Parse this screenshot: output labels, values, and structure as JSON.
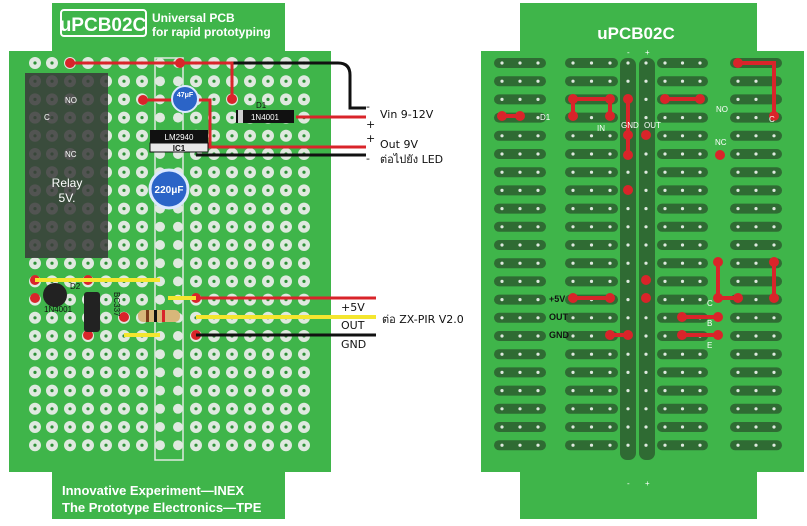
{
  "left_board": {
    "logo": "uPCB02C",
    "subtitle_line1": "Universal PCB",
    "subtitle_line2": "for rapid prototyping",
    "footer_line1": "Innovative Experiment—INEX",
    "footer_line2": "The Prototype Electronics—TPE",
    "relay_label_line1": "Relay",
    "relay_label_line2": "5V.",
    "relay_pin_no": "NO",
    "relay_pin_c": "C",
    "relay_pin_nc": "NC",
    "cap_small": "47μF",
    "cap_large": "220μF",
    "diode_d1_label": "D1",
    "diode_d1_part": "1N4001",
    "ic_part": "LM2940",
    "ic_label": "IC1",
    "diode_d2_label": "D2",
    "diode_d2_part": "1N4001",
    "transistor_part": "BC337"
  },
  "annotations": {
    "vin_minus": "-",
    "vin_plus": "+",
    "vin": "Vin 9-12V",
    "out_plus": "+",
    "out_minus": "-",
    "out": "Out 9V",
    "led": "ต่อไปยัง LED",
    "sensor": "ต่อ ZX-PIR V2.0",
    "plus5v": "+5V",
    "out_signal": "OUT",
    "gnd": "GND"
  },
  "right_board": {
    "logo": "uPCB02C",
    "rail_minus": "-",
    "rail_plus": "+",
    "d1": "D1",
    "in": "IN",
    "gnd": "GND",
    "out": "OUT",
    "no": "NO",
    "c": "C",
    "nc": "NC",
    "plus5v": "+5V",
    "out_pin": "OUT",
    "gnd_pin": "GND",
    "tr_c": "C",
    "tr_b": "B",
    "tr_e": "E"
  },
  "colors": {
    "board": "#3fb54a",
    "board_dark": "#2e8f37",
    "pad": "#dfe9df",
    "trace_dark": "#2f6b33",
    "red": "#d9242a",
    "black": "#111111",
    "yellow": "#f4e62f",
    "white": "#ffffff"
  }
}
